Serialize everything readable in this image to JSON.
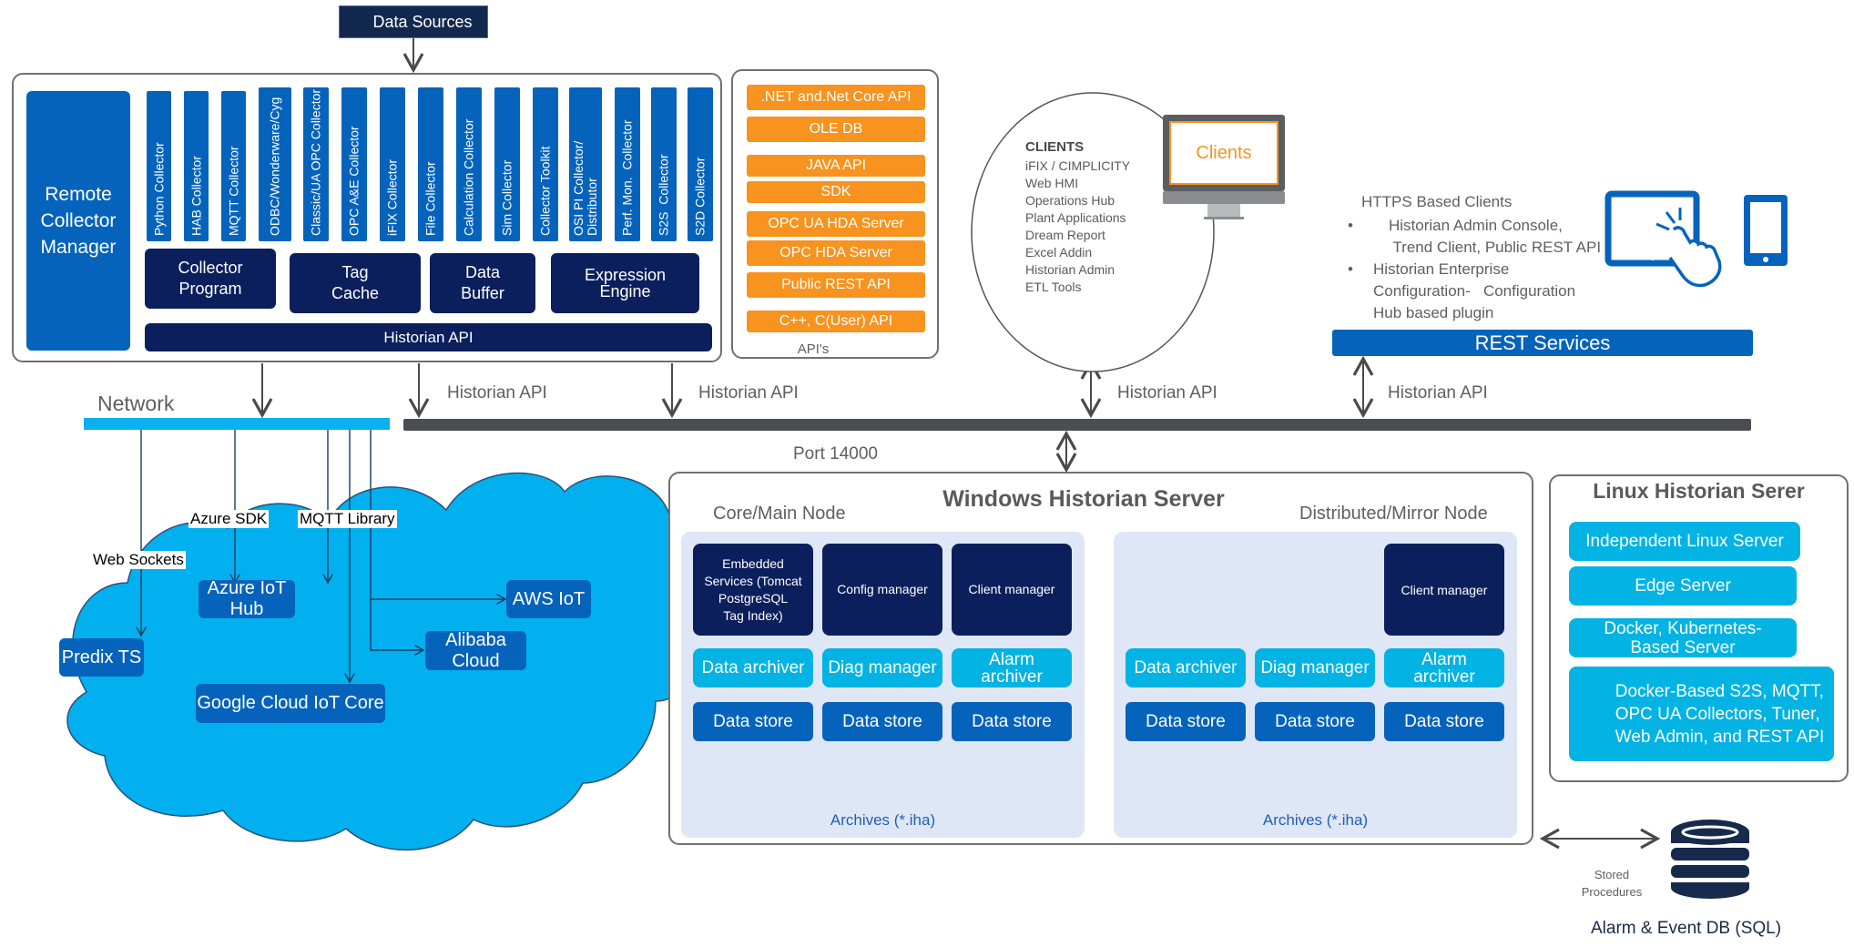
{
  "data_sources": "Data Sources",
  "collector_manager": {
    "manager_label": "Remote\nCollector\nManager",
    "collectors": [
      "Python Collector",
      "HAB Collector",
      "MQTT Collector",
      "ODBC/Wonderware/Cyg",
      "Classic/UA OPC Collector",
      "OPC A&E Collector",
      "iFIX Collector",
      "File Collector",
      "Calculation Collector",
      "Sim Collector",
      "Collector Toolkit",
      "OSI PI Collector/\nDistributor",
      "Perf. Mon.  Collector",
      "S2S  Collector",
      "S2D Collector"
    ],
    "modules": [
      "Collector\nProgram",
      "Tag\nCache",
      "Data\nBuffer",
      "Expression\nEngine"
    ],
    "historian_api": "Historian API"
  },
  "apis": {
    "items": [
      ".NET and.Net  Core API",
      "OLE DB",
      "JAVA API",
      "SDK",
      "OPC UA HDA Server",
      "OPC HDA Server",
      "Public REST API",
      "C++, C(User) API"
    ],
    "caption": "API's"
  },
  "clients": {
    "heading": "CLIENTS",
    "items": [
      "iFIX / CIMPLICITY",
      "Web HMI",
      "Operations Hub",
      "Plant Applications",
      "Dream Report",
      "Excel Addin",
      "Historian Admin",
      "ETL Tools"
    ],
    "monitor_label": "Clients"
  },
  "https_clients": {
    "heading": "HTTPS Based Clients",
    "bullets": [
      {
        "bullet": "•",
        "text": "Historian Admin Console,\n Trend Client, Public REST API"
      },
      {
        "bullet": "•",
        "text": "Historian Enterprise\nConfiguration-   Configuration\nHub based plugin"
      }
    ],
    "rest_services": "REST Services"
  },
  "connections": {
    "network": "Network",
    "historian_api_labels": [
      "Historian API",
      "Historian API",
      "Historian API",
      "Historian API"
    ],
    "port": "Port 14000",
    "stored_procedures": "Stored\nProcedures"
  },
  "cloud": {
    "protocols": [
      "Azure SDK",
      "MQTT Library",
      "Web Sockets"
    ],
    "services": [
      "Azure IoT Hub",
      "AWS IoT",
      "Predix TS",
      "Alibaba Cloud",
      "Google Cloud IoT Core"
    ]
  },
  "windows_server": {
    "title": "Windows Historian Server",
    "core_node": {
      "title": "Core/Main Node",
      "top": [
        "Embedded\nServices (Tomcat\nPostgreSQL\nTag Index)",
        "Config manager",
        "Client manager"
      ],
      "middle": [
        "Data archiver",
        "Diag  manager",
        "Alarm\narchiver"
      ],
      "stores": [
        "Data store",
        "Data store",
        "Data store"
      ],
      "archives": "Archives (*.iha)"
    },
    "mirror_node": {
      "title": "Distributed/Mirror Node",
      "top": [
        "Client manager"
      ],
      "middle": [
        "Data archiver",
        "Diag manager",
        "Alarm\narchiver"
      ],
      "stores": [
        "Data store",
        "Data store",
        "Data store"
      ],
      "archives": "Archives (*.iha)"
    }
  },
  "linux_server": {
    "title": "Linux Historian Serer",
    "items": [
      "Independent Linux Server",
      "Edge Server",
      "Docker, Kubernetes-\nBased Server",
      "Docker-Based S2S, MQTT,\nOPC UA Collectors, Tuner,\nWeb Admin, and REST API"
    ]
  },
  "alarm_db": "Alarm & Event DB (SQL)"
}
